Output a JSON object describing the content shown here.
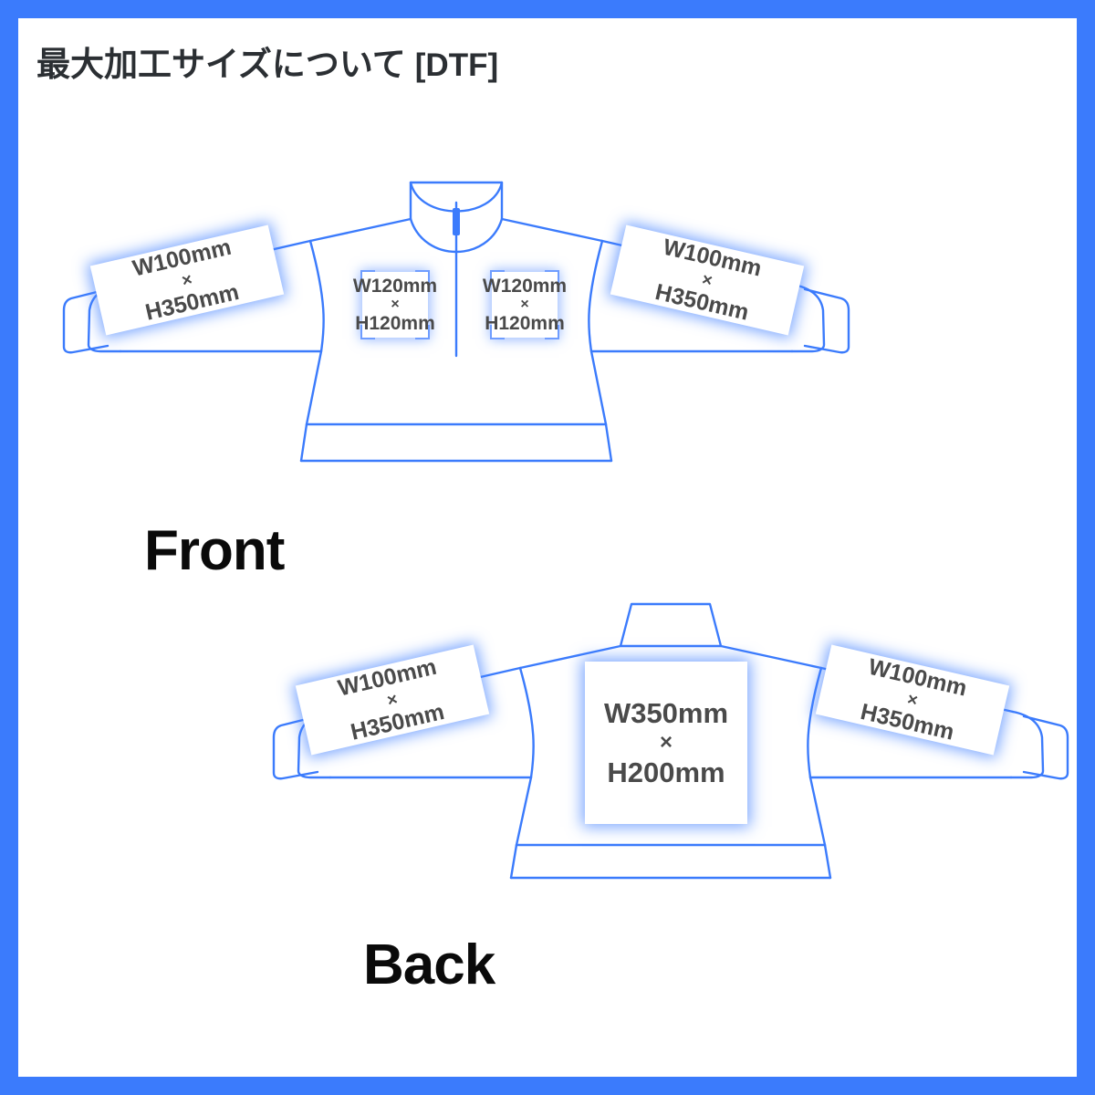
{
  "page": {
    "title_jp": "最大加工サイズについて",
    "title_tag": "[DTF]",
    "border_color": "#3b7bfc",
    "line_color": "#3b7bfc",
    "text_color": "#4a4a4a",
    "label_color": "#0a0a0a",
    "background": "#ffffff"
  },
  "views": [
    {
      "name": "front",
      "label": "Front",
      "print_areas": [
        {
          "id": "front-left-sleeve",
          "w": "W100mm",
          "sep": "×",
          "h": "H350mm"
        },
        {
          "id": "front-left-chest",
          "w": "W120mm",
          "sep": "×",
          "h": "H120mm"
        },
        {
          "id": "front-right-chest",
          "w": "W120mm",
          "sep": "×",
          "h": "H120mm"
        },
        {
          "id": "front-right-sleeve",
          "w": "W100mm",
          "sep": "×",
          "h": "H350mm"
        }
      ]
    },
    {
      "name": "back",
      "label": "Back",
      "print_areas": [
        {
          "id": "back-left-sleeve",
          "w": "W100mm",
          "sep": "×",
          "h": "H350mm"
        },
        {
          "id": "back-center",
          "w": "W350mm",
          "sep": "×",
          "h": "H200mm"
        },
        {
          "id": "back-right-sleeve",
          "w": "W100mm",
          "sep": "×",
          "h": "H350mm"
        }
      ]
    }
  ]
}
